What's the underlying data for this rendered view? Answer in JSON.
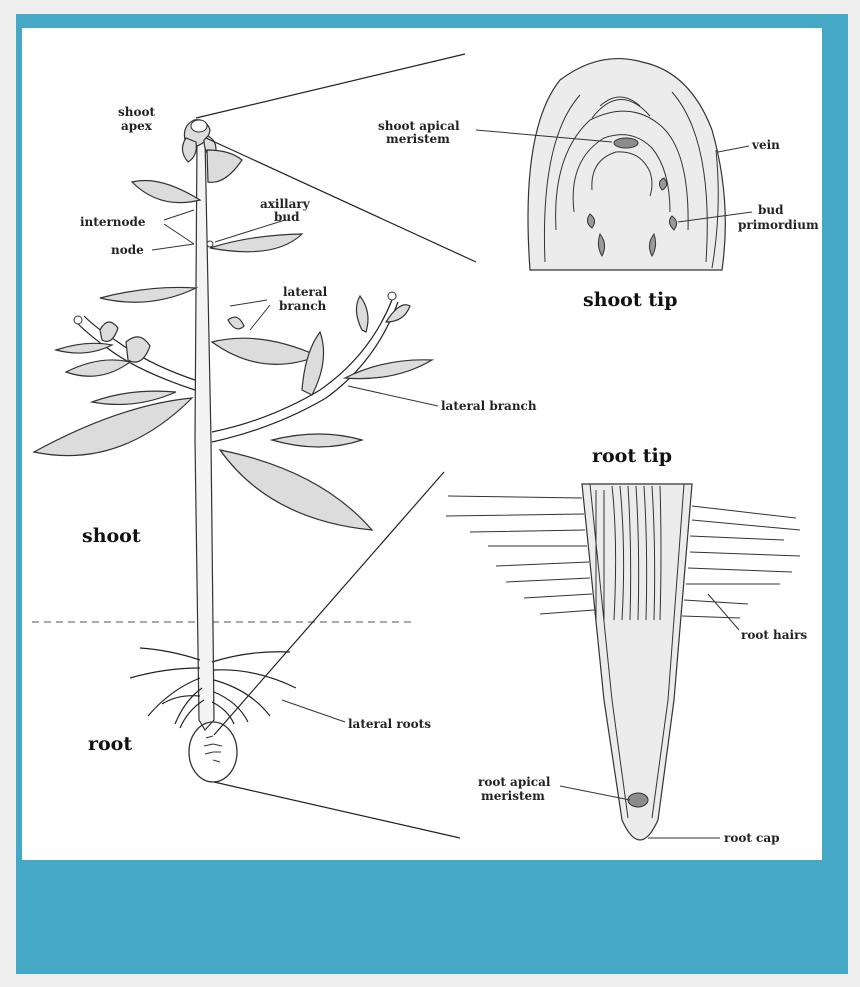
{
  "labels": {
    "shoot_apex_1": "shoot",
    "shoot_apex_2": "apex",
    "axillary_bud_1": "axillary",
    "axillary_bud_2": "bud",
    "internode": "internode",
    "node": "node",
    "lateral_branch_a_1": "lateral",
    "lateral_branch_a_2": "branch",
    "lateral_branch_b": "lateral branch",
    "shoot": "shoot",
    "root": "root",
    "lateral_roots": "lateral roots",
    "shoot_apical_meristem_1": "shoot apical",
    "shoot_apical_meristem_2": "meristem",
    "vein": "vein",
    "bud_primordium_1": "bud",
    "bud_primordium_2": "primordium",
    "shoot_tip": "shoot tip",
    "root_tip": "root tip",
    "root_hairs": "root hairs",
    "root_apical_meristem_1": "root apical",
    "root_apical_meristem_2": "meristem",
    "root_cap": "root cap"
  },
  "colors": {
    "frame": "#45a9c6",
    "panel": "#ffffff",
    "background": "#eeeeee"
  }
}
